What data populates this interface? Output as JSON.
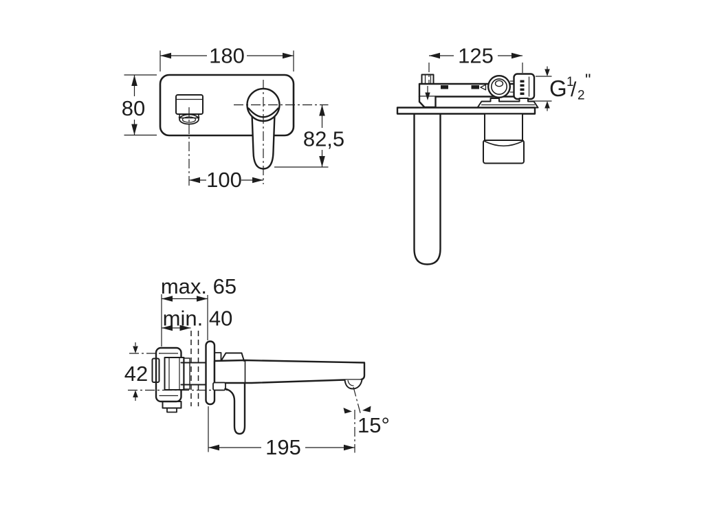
{
  "canvas": {
    "background": "#ffffff",
    "line_color": "#1d1d1d"
  },
  "front_view": {
    "dim_width": "180",
    "dim_height": "80",
    "dim_lever_drop": "82,5",
    "dim_center_distance": "100"
  },
  "installation_view": {
    "dim_body_depth": "125",
    "thread": {
      "g": "G",
      "sup": "1",
      "slash": "/",
      "sub": "2",
      "inch": "\""
    }
  },
  "profile_view": {
    "dim_recess_max": "max. 65",
    "dim_recess_min": "min. 40",
    "dim_body_height": "42",
    "dim_spout_reach": "195",
    "dim_stream_angle": "15°"
  }
}
